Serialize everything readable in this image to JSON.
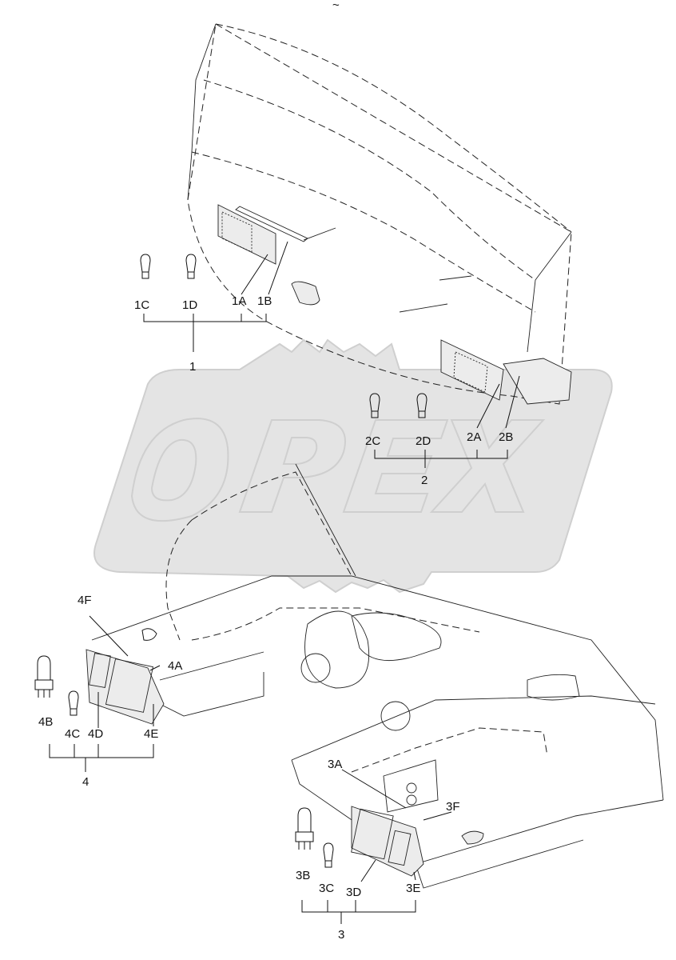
{
  "diagram": {
    "top_mark": "~",
    "groups": [
      {
        "id": "1",
        "label": "1",
        "parts": [
          "1C",
          "1D",
          "1A",
          "1B"
        ]
      },
      {
        "id": "2",
        "label": "2",
        "parts": [
          "2C",
          "2D",
          "2A",
          "2B"
        ]
      },
      {
        "id": "3",
        "label": "3",
        "parts": [
          "3B",
          "3C",
          "3D",
          "3E",
          "3A",
          "3F"
        ]
      },
      {
        "id": "4",
        "label": "4",
        "parts": [
          "4B",
          "4C",
          "4D",
          "4E",
          "4F",
          "4A"
        ]
      }
    ],
    "labels": {
      "1A": "1A",
      "1B": "1B",
      "1C": "1C",
      "1D": "1D",
      "2A": "2A",
      "2B": "2B",
      "2C": "2C",
      "2D": "2D",
      "3A": "3A",
      "3B": "3B",
      "3C": "3C",
      "3D": "3D",
      "3E": "3E",
      "3F": "3F",
      "4A": "4A",
      "4B": "4B",
      "4C": "4C",
      "4D": "4D",
      "4E": "4E",
      "4F": "4F",
      "g1": "1",
      "g2": "2",
      "g3": "3",
      "g4": "4"
    },
    "watermark": "OPEX"
  }
}
